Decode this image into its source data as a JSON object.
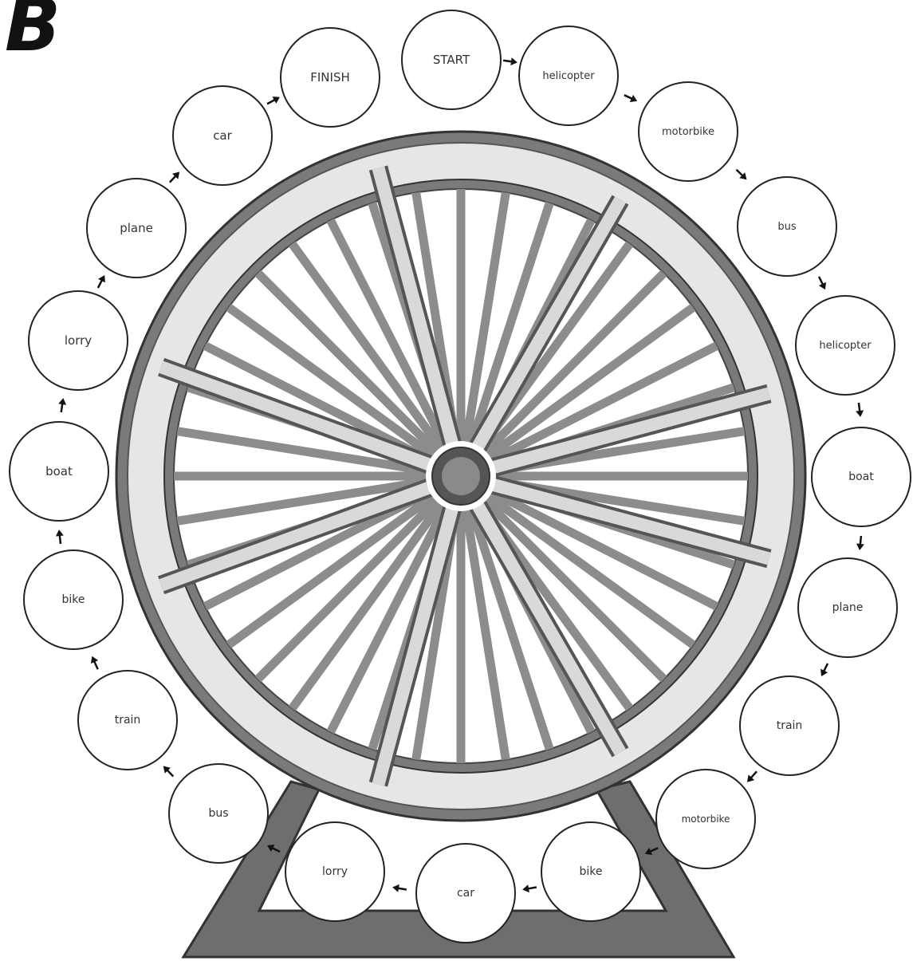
{
  "section_label": "B",
  "colors": {
    "outline": "#222222",
    "rim_outer": "#7a7a7a",
    "rim_inner": "#e6e6e6",
    "spoke": "#8c8c8c",
    "spoke_dark": "#5a5a5a",
    "stand": "#6e6e6e",
    "hub": "#555555"
  },
  "path_direction": "clockwise",
  "nodes": [
    {
      "label": "START"
    },
    {
      "label": "helicopter"
    },
    {
      "label": "motorbike"
    },
    {
      "label": "bus"
    },
    {
      "label": "helicopter"
    },
    {
      "label": "boat"
    },
    {
      "label": "plane"
    },
    {
      "label": "train"
    },
    {
      "label": "motorbike"
    },
    {
      "label": "bike"
    },
    {
      "label": "car"
    },
    {
      "label": "lorry"
    },
    {
      "label": "bus"
    },
    {
      "label": "train"
    },
    {
      "label": "bike"
    },
    {
      "label": "boat"
    },
    {
      "label": "lorry"
    },
    {
      "label": "plane"
    },
    {
      "label": "car"
    },
    {
      "label": "FINISH"
    }
  ],
  "arrow_icon": "arrow-icon"
}
